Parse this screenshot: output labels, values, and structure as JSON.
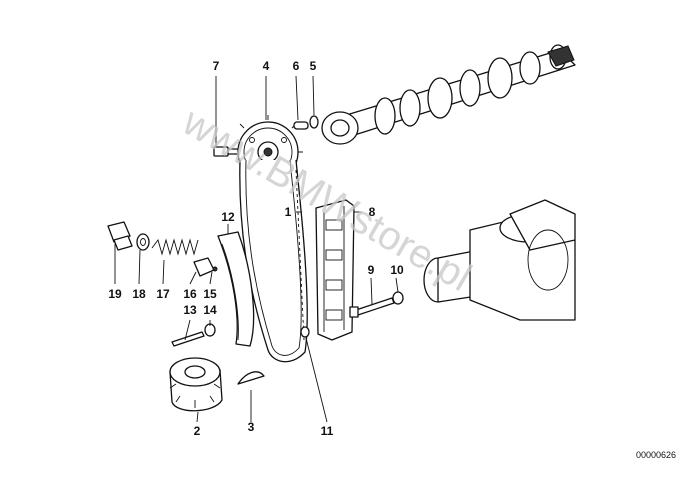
{
  "diagram": {
    "callouts": [
      "1",
      "2",
      "3",
      "4",
      "5",
      "6",
      "7",
      "8",
      "9",
      "10",
      "11",
      "12",
      "13",
      "14",
      "15",
      "16",
      "17",
      "18",
      "19"
    ],
    "document_id": "00000626"
  },
  "watermark": {
    "text": "www.BMWstore.pl"
  }
}
